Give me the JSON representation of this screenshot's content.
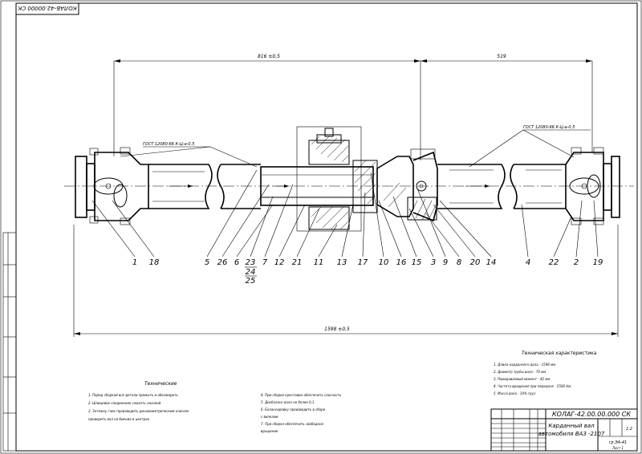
{
  "drawing": {
    "stamp_code": "КОЛАБ-42.00000 СК",
    "title_code": "КОЛАГ-42.00.00.000 СК",
    "title_name_line1": "Карданный вал",
    "title_name_line2": "автомобиля ВАЗ -2107",
    "title_scale": "1:2",
    "title_group": "гр.ЭА-41",
    "title_sheet": "Лист 1",
    "notes_left_heading": "Технические",
    "notes_right_heading": "Техническая характеристика",
    "notes_left_lines": [
      "1. Перед сборкой все детали промыть и обезжирить",
      "2. Шлицевое соединение смазать смазкой",
      "3. Затяжку гаек производить динамометрическим ключом",
      "проверить вал на биение в центрах"
    ],
    "notes_mid_lines": [
      "4. При сборке крестовин обеспечить соосность",
      "5. Дисбаланс вала не более 0,1",
      "6. Балансировку производить в сборе",
      "с вилками",
      "7. При сборке обеспечить свободное",
      "вращение"
    ],
    "notes_right_lines": [
      "1. Длина карданного вала - 1598 мм",
      "2. Диаметр трубы вала - 70 мм",
      "3. Передаваемый момент - 42 мм",
      "4. Частота вращения при передаче - 5500 Нм",
      "5. Масса вала - 10% груз"
    ],
    "dimensions": {
      "top_left": "816 ±0,5",
      "top_right": "519",
      "bottom_total": "1598 ±0,5",
      "gost_left": "ГОСТ 12080-66 К-Ц-а-0.5",
      "gost_right": "ГОСТ 12080-66 К-Ц-а-0.5"
    },
    "part_labels": [
      "1",
      "18",
      "5",
      "26",
      "6",
      "23",
      "7",
      "12",
      "21",
      "11",
      "13",
      "17",
      "10",
      "16",
      "15",
      "3",
      "9",
      "8",
      "20",
      "14",
      "4",
      "22",
      "2",
      "19"
    ],
    "sub_labels": [
      "24",
      "25"
    ]
  }
}
